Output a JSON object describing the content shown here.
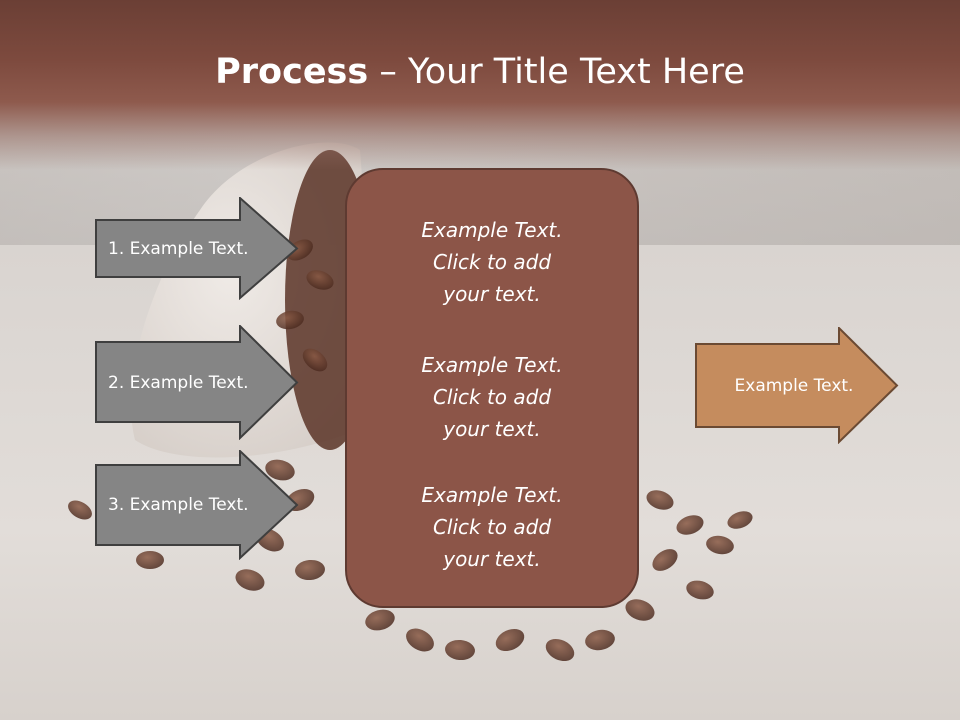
{
  "slide": {
    "title_bold": "Process",
    "title_rest": " – Your Title Text Here"
  },
  "left_arrows": [
    {
      "label": "1. Example Text."
    },
    {
      "label": "2. Example Text."
    },
    {
      "label": "3. Example Text."
    }
  ],
  "center_box": {
    "items": [
      {
        "line1": "Example Text.",
        "line2": "Click  to add",
        "line3": "your text."
      },
      {
        "line1": "Example Text.",
        "line2": "Click  to add",
        "line3": "your text."
      },
      {
        "line1": "Example Text.",
        "line2": "Click  to add",
        "line3": "your text."
      }
    ]
  },
  "right_arrow": {
    "label": "Example Text."
  },
  "colors": {
    "header_brown": "#7d4a3e",
    "center_box_fill": "#8c5548",
    "left_arrow_fill": "#858585",
    "right_arrow_fill": "#c58c5e"
  },
  "background": {
    "image": "coffee-cup-and-beans"
  }
}
